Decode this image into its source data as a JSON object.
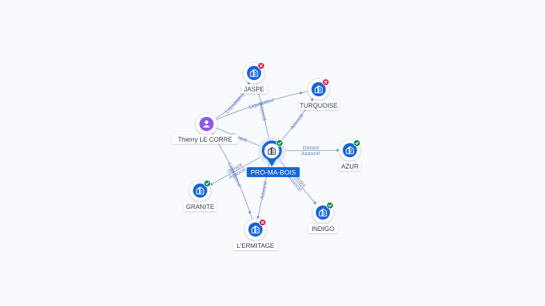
{
  "colors": {
    "company_blue": "#1565d8",
    "person_purple": "#8e57e8",
    "active_green": "#1a8b4a",
    "closed_red": "#d9264a",
    "edge": "#7f8db8",
    "edge_label": "#6b7fc7"
  },
  "center": {
    "label": "PRO-MA-BOIS",
    "status": "active",
    "icon": "company-icon"
  },
  "person": {
    "label": "Thierry LE CORRE",
    "icon": "person-icon"
  },
  "companies": [
    {
      "id": "jaspe",
      "label": "JASPE",
      "status": "closed",
      "icon": "company-icon"
    },
    {
      "id": "turquoise",
      "label": "TURQUOISE",
      "status": "closed",
      "icon": "company-icon"
    },
    {
      "id": "azur",
      "label": "AZUR",
      "status": "active",
      "icon": "company-icon"
    },
    {
      "id": "indigo",
      "label": "INDIGO",
      "status": "active",
      "icon": "company-icon"
    },
    {
      "id": "lermitage",
      "label": "L'ERMITAGE",
      "status": "closed",
      "icon": "company-icon"
    },
    {
      "id": "granite",
      "label": "GRANITE",
      "status": "active",
      "icon": "company-icon"
    }
  ],
  "edges": [
    {
      "id": "p-jaspe",
      "from": "person",
      "to": "jaspe",
      "labels": [
        "Liquidateur"
      ]
    },
    {
      "id": "p-turq",
      "from": "person",
      "to": "turquoise",
      "labels": [
        "Liquidateur"
      ]
    },
    {
      "id": "p-center",
      "from": "person",
      "to": "center",
      "labels": [
        "Gérant"
      ]
    },
    {
      "id": "p-lerm",
      "from": "person",
      "to": "lermitage",
      "labels": [
        "Liquidateur"
      ]
    },
    {
      "id": "c-jaspe",
      "from": "center",
      "to": "jaspe",
      "labels": [
        "Associé"
      ]
    },
    {
      "id": "c-turq",
      "from": "center",
      "to": "turquoise",
      "labels": [
        "Associé"
      ]
    },
    {
      "id": "c-azur",
      "from": "center",
      "to": "azur",
      "labels": [
        "Gérant",
        "Associé"
      ]
    },
    {
      "id": "c-indigo",
      "from": "center",
      "to": "indigo",
      "labels": [
        "Gérant",
        "Associé"
      ]
    },
    {
      "id": "c-lerm",
      "from": "center",
      "to": "lermitage",
      "labels": [
        "Associé"
      ]
    },
    {
      "id": "c-gran",
      "from": "center",
      "to": "granite",
      "labels": [
        "Gérant",
        "Associé"
      ]
    }
  ]
}
